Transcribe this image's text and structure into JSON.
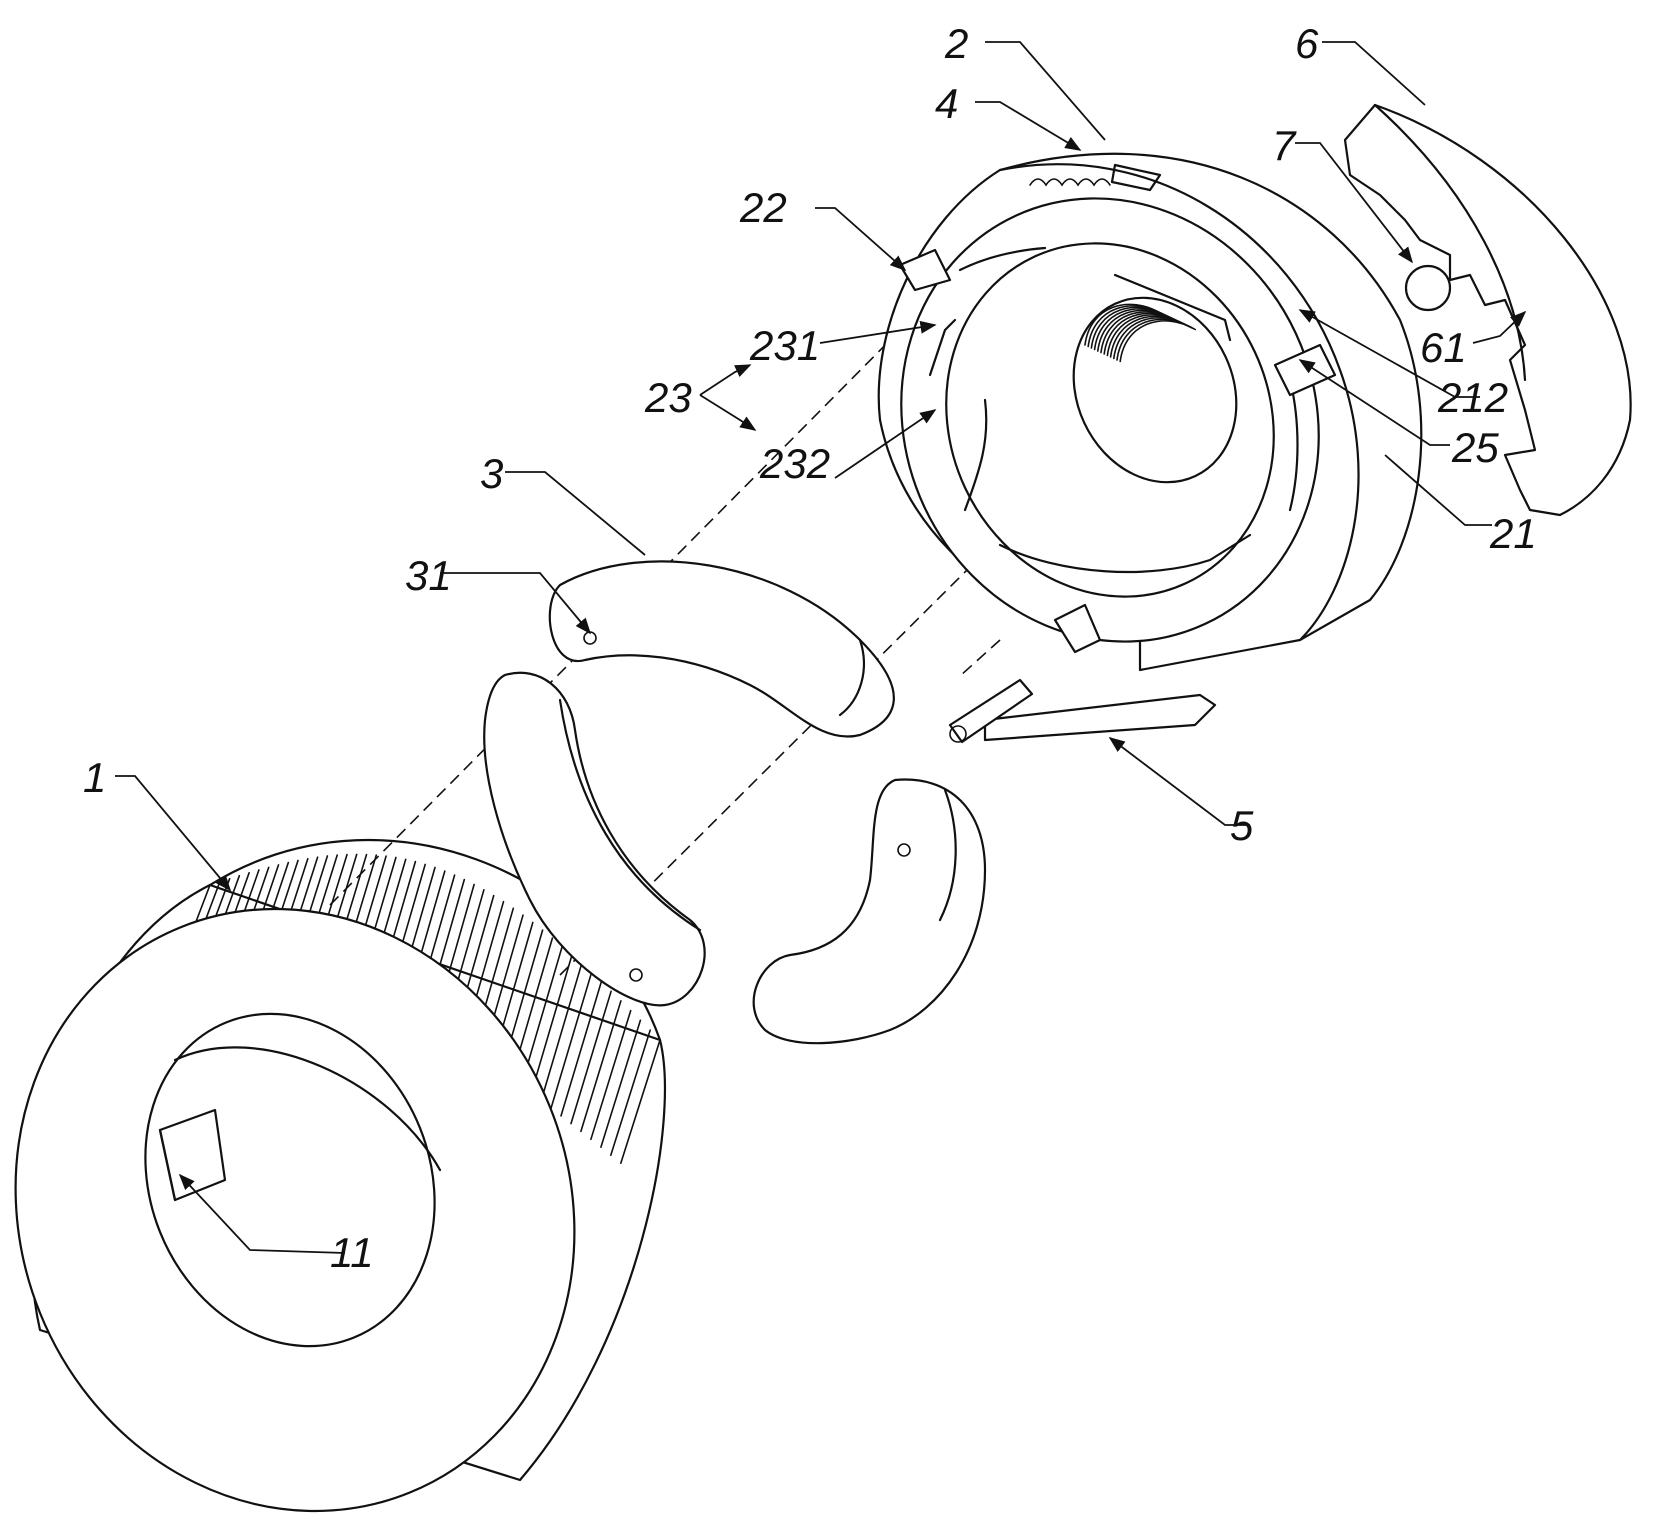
{
  "labels": {
    "l1": "1",
    "l11": "11",
    "l2": "2",
    "l21": "21",
    "l212": "212",
    "l22": "22",
    "l23": "23",
    "l231": "231",
    "l232": "232",
    "l25": "25",
    "l3": "3",
    "l31": "31",
    "l4": "4",
    "l5": "5",
    "l6": "6",
    "l61": "61",
    "l7": "7"
  }
}
